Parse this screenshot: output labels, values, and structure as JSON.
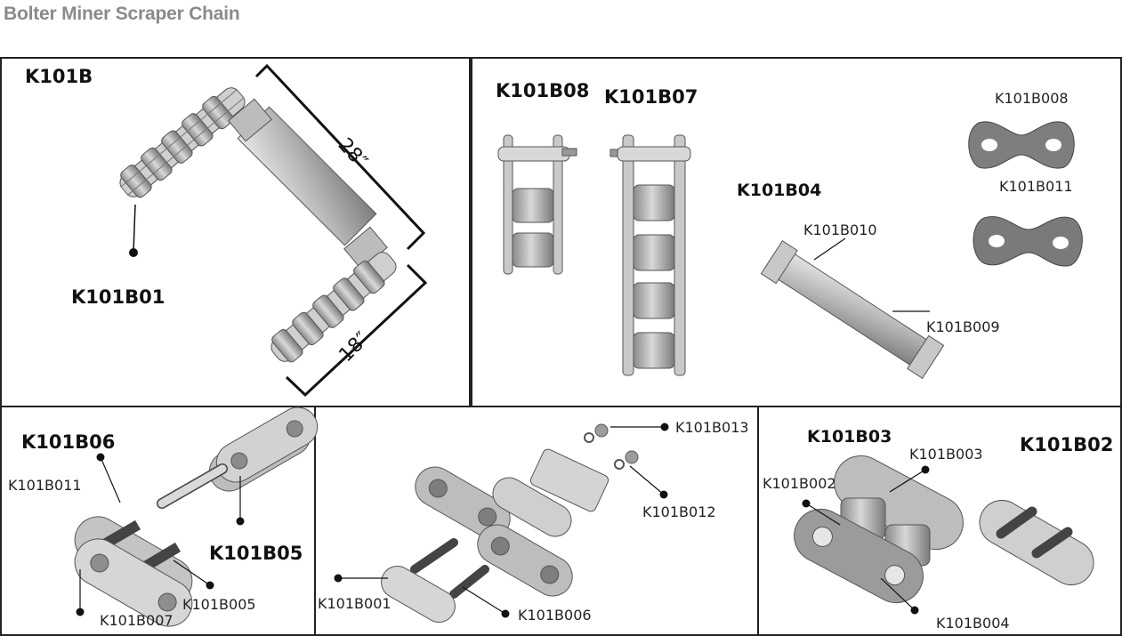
{
  "page_title": "Bolter Miner Scraper Chain",
  "panels": {
    "assembly": {
      "code": "K101B",
      "chain_label": "K101B01",
      "dim_long": "28″",
      "dim_short": "18″"
    },
    "connectors": {
      "k08": "K101B08",
      "k07": "K101B07",
      "k04": "K101B04",
      "k008": "K101B008",
      "k011": "K101B011",
      "k010": "K101B010",
      "k009": "K101B009"
    },
    "pin_link": {
      "k06": "K101B06",
      "k011": "K101B011",
      "k05": "K101B05",
      "k005": "K101B005",
      "k007": "K101B007"
    },
    "exploded": {
      "k013": "K101B013",
      "k012": "K101B012",
      "k001": "K101B001",
      "k006": "K101B006"
    },
    "roller_links": {
      "k03": "K101B03",
      "k02": "K101B02",
      "k003": "K101B003",
      "k002": "K101B002",
      "k004": "K101B004"
    }
  }
}
